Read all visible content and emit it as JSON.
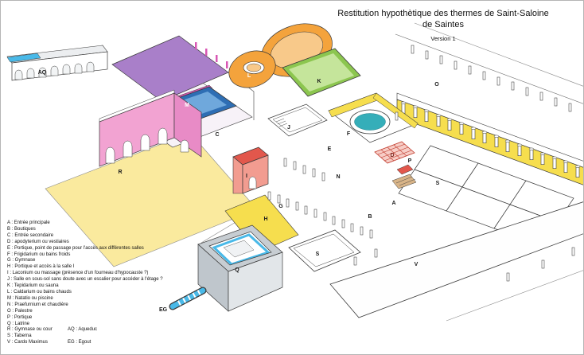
{
  "title": {
    "line1": "Restitution hypothètique des thermes de Saint-Saloine",
    "line2": "de Saintes",
    "version": "Version 1"
  },
  "legend": {
    "rows": [
      {
        "key": "A",
        "label": "Entrée principale"
      },
      {
        "key": "B",
        "label": "Boutiques"
      },
      {
        "key": "C",
        "label": "Entrée secondaire"
      },
      {
        "key": "D",
        "label": "apodyterium ou vestiaires"
      },
      {
        "key": "E",
        "label": "Portique, point de passage pour l'accès aux différentes salles"
      },
      {
        "key": "F",
        "label": "Frigidarium ou bains froids"
      },
      {
        "key": "G",
        "label": "Gymnase"
      },
      {
        "key": "H",
        "label": "Portique et accès à la salle I"
      },
      {
        "key": "I",
        "label": "Laconium ou massage (présence d'un fourneau d'hypocauste ?)"
      },
      {
        "key": "J",
        "label": "Salle en sous-sol sans doute avec un escalier pour accéder à l'étage ?"
      },
      {
        "key": "K",
        "label": "Tepidarium ou sauna"
      },
      {
        "key": "L",
        "label": "Caldarium ou bains chauds"
      },
      {
        "key": "M",
        "label": "Natatio ou piscine"
      },
      {
        "key": "N",
        "label": "Praefurnium et chaudière"
      },
      {
        "key": "O",
        "label": "Palestre"
      },
      {
        "key": "P",
        "label": "Portique"
      },
      {
        "key": "Q",
        "label": "Latrine"
      },
      {
        "key": "R",
        "label": "Gymnase ou cour",
        "key2": "AQ",
        "label2": "Aqueduc"
      },
      {
        "key": "S",
        "label": "Taberna"
      },
      {
        "key": "V",
        "label": "Cardo Maximus",
        "key2": "EG",
        "label2": "Egout"
      }
    ]
  },
  "plan": {
    "letters": {
      "aq": "AQ",
      "r": "R",
      "m": "M",
      "l": "L",
      "k": "K",
      "j": "J",
      "i": "I",
      "h": "H",
      "g": "G",
      "f": "F",
      "e": "E",
      "d": "D",
      "n": "N",
      "c": "C",
      "a": "A",
      "b": "B",
      "o": "O",
      "p": "P",
      "q": "Q",
      "s1": "S",
      "s2": "S",
      "v": "V",
      "eg": "EG"
    }
  },
  "colors": {
    "paleYellow": "#FAEA9E",
    "brightYellow": "#F6DE4E",
    "purple": "#A97FC9",
    "pink": "#F2A3D2",
    "pinkDark": "#E88BC6",
    "magenta": "#D957B4",
    "poolBlue": "#2E6EB4",
    "poolWater": "#6FA8DC",
    "orange": "#F4A33C",
    "orangeLight": "#F8C98A",
    "green": "#8CC64F",
    "greenLight": "#C5E59B",
    "teal": "#35AEB9",
    "red": "#E2574C",
    "salmon": "#F29C90",
    "redLight": "#F7CDC6",
    "aqua": "#49B9E8",
    "tan": "#D8B488",
    "grayWall": "#C7CDD2",
    "grayWallDark": "#BFC6CC",
    "grayWallLight": "#E2E6E9"
  }
}
